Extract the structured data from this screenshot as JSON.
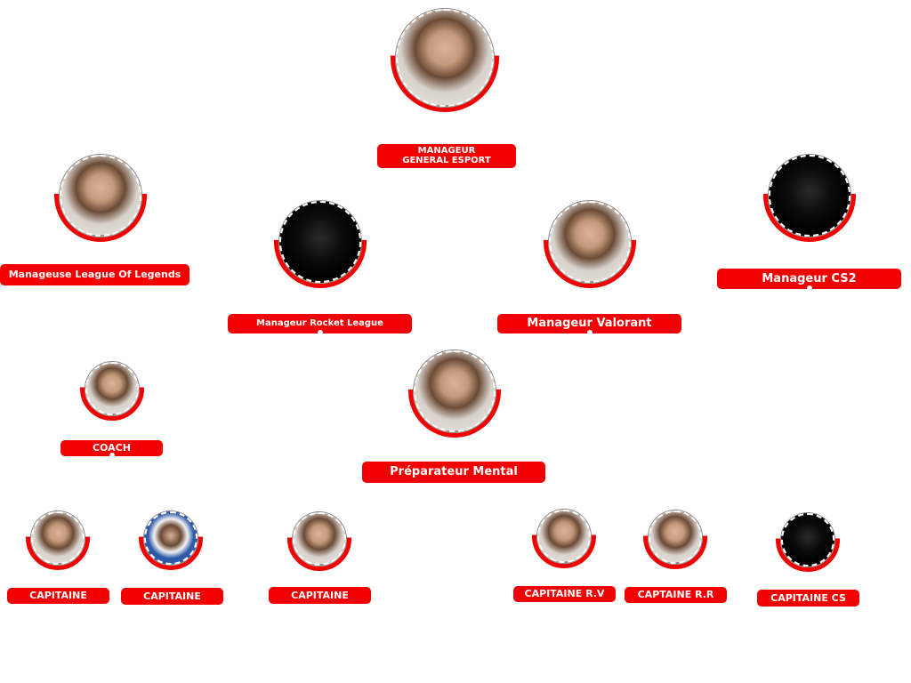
{
  "nodes": {
    "general": {
      "label": "MANAGEUR GENERAL ESPORT",
      "line1": "MANAGEUR",
      "line2": "GENERAL ESPORT"
    },
    "lol": {
      "label": "Manageuse League Of Legends"
    },
    "rocket": {
      "label": "Manageur Rocket League"
    },
    "valorant": {
      "label": "Manageur Valorant"
    },
    "cs2": {
      "label": "Manageur CS2"
    },
    "coach": {
      "label": "COACH"
    },
    "mental": {
      "label": "Préparateur Mental"
    },
    "cap1": {
      "label": "CAPITAINE"
    },
    "cap2": {
      "label": "CAPITAINE"
    },
    "cap3": {
      "label": "CAPITAINE"
    },
    "cap_rv": {
      "label": "CAPITAINE R.V"
    },
    "cap_rr": {
      "label": "CAPTAINE R.R"
    },
    "cap_cs": {
      "label": "CAPITAINE CS"
    }
  },
  "colors": {
    "accent": "#f20000"
  }
}
